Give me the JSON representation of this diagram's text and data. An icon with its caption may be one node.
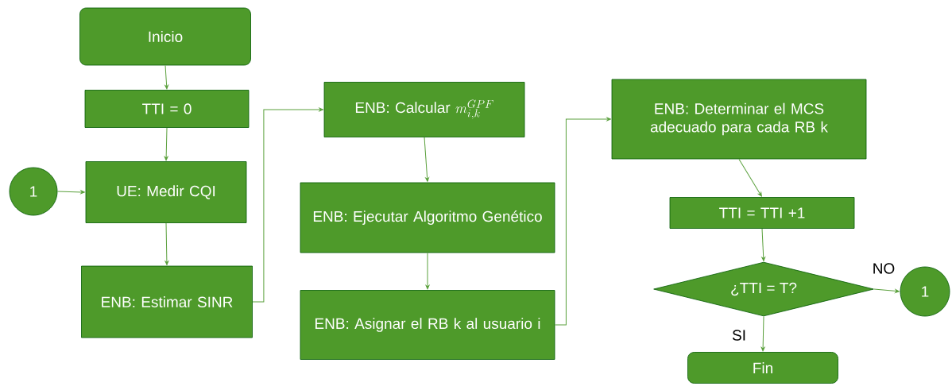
{
  "diagram": {
    "nodes": [
      {
        "text": [
          "Inicio"
        ]
      },
      {
        "text": [
          "TTI = 0"
        ]
      },
      {
        "text": [
          "1"
        ]
      },
      {
        "text": [
          "UE: Medir CQI"
        ]
      },
      {
        "text": [
          "ENB: Estimar SINR"
        ]
      },
      {
        "text": [
          "ENB: Calcular",
          "m_{i,k}^{GPF}"
        ]
      },
      {
        "text": [
          "ENB: Ejecutar Algoritmo Genético"
        ]
      },
      {
        "text": [
          "ENB: Asignar el RB k al usuario i"
        ]
      },
      {
        "text": [
          "ENB: Determinar el MCS adecuado para cada RB k"
        ]
      },
      {
        "text": [
          "TTI = TTI +1"
        ]
      },
      {
        "text": [
          "¿TTI = T?"
        ]
      },
      {
        "text": [
          "1"
        ]
      },
      {
        "text": [
          "Fin"
        ]
      }
    ],
    "edges": [
      {
        "from": 0,
        "to": 1,
        "arrow": "to"
      },
      {
        "from": 1,
        "to": 3,
        "arrow": "to"
      },
      {
        "from": 2,
        "to": 3,
        "arrow": "to"
      },
      {
        "from": 3,
        "to": 4,
        "arrow": "to"
      },
      {
        "from": 4,
        "to": 5,
        "arrow": "to"
      },
      {
        "from": 5,
        "to": 6,
        "arrow": "to"
      },
      {
        "from": 6,
        "to": 7,
        "arrow": "to"
      },
      {
        "from": 7,
        "to": 8,
        "arrow": "to"
      },
      {
        "from": 8,
        "to": 9,
        "arrow": "to"
      },
      {
        "from": 9,
        "to": 10,
        "arrow": "to"
      },
      {
        "from": 10,
        "to": 11,
        "arrow": "to",
        "label": "NO"
      },
      {
        "from": 10,
        "to": 12,
        "arrow": "to",
        "label": "SI"
      }
    ]
  }
}
